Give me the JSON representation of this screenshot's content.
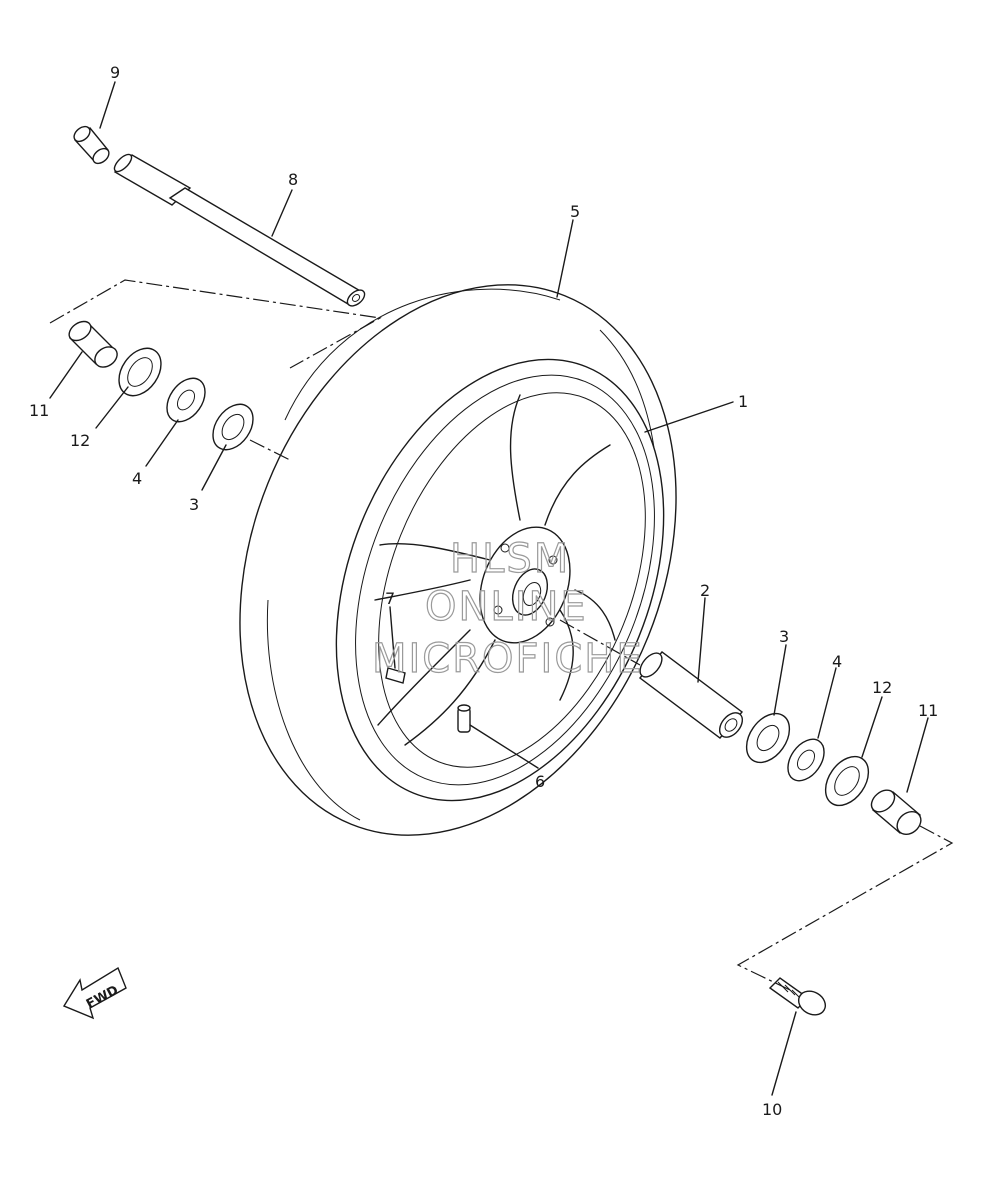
{
  "callouts": {
    "c1": "1",
    "c2": "2",
    "c3_left": "3",
    "c3_right": "3",
    "c4_left": "4",
    "c4_right": "4",
    "c5": "5",
    "c6": "6",
    "c7": "7",
    "c8": "8",
    "c9": "9",
    "c10": "10",
    "c11_left": "11",
    "c11_right": "11",
    "c12_left": "12",
    "c12_right": "12"
  },
  "fwd_label": "FWD",
  "watermark": {
    "line1": "HLSM",
    "line2": "ONLINE",
    "line3": "MICROFICHE"
  }
}
